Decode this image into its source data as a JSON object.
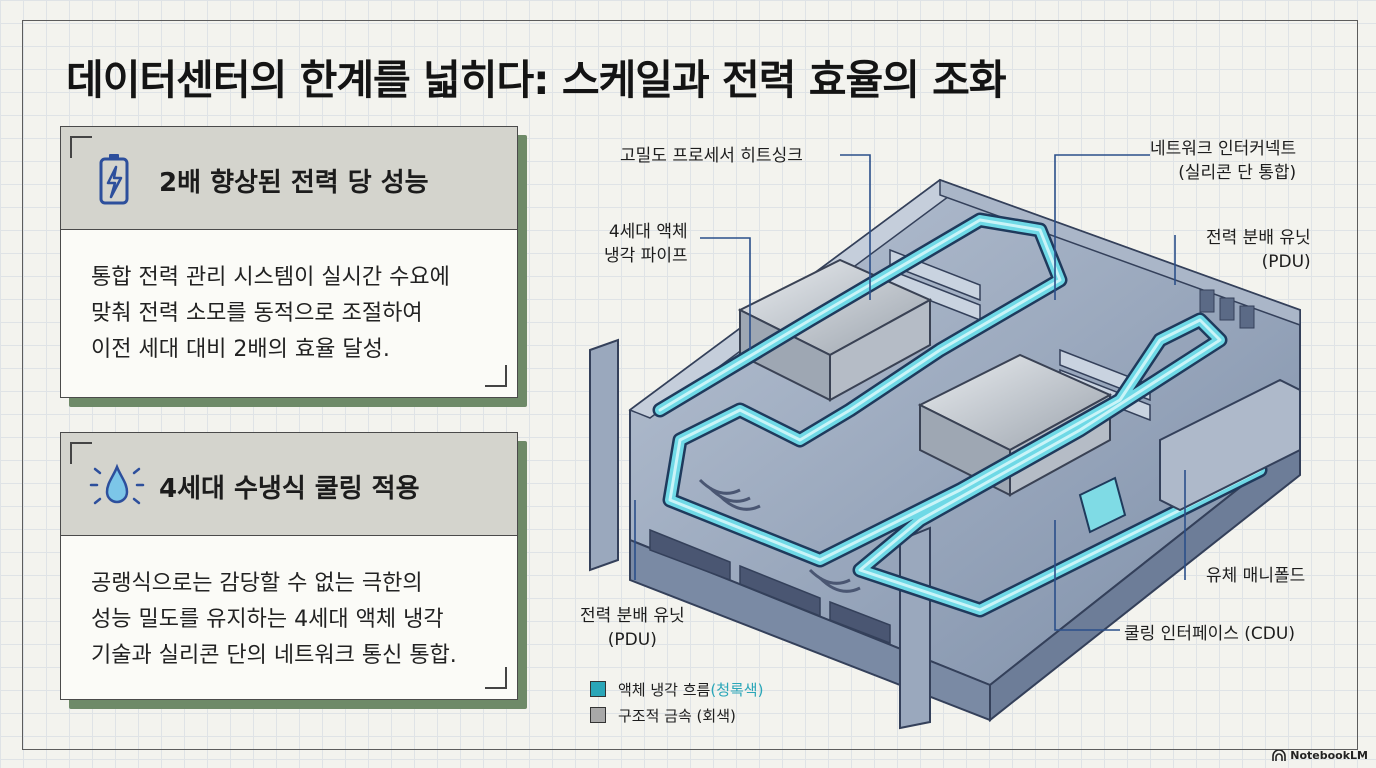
{
  "title": "데이터센터의 한계를 넓히다: 스케일과 전력 효율의 조화",
  "cards": [
    {
      "heading": "2배 향상된 전력 당 성능",
      "icon": "battery-charging-icon",
      "lines": [
        "통합 전력 관리 시스템이 실시간 수요에",
        "맞춰 전력 소모를 동적으로 조절하여",
        "이전 세대 대비 2배의 효율 달성."
      ]
    },
    {
      "heading": "4세대 수냉식 쿨링 적용",
      "icon": "water-drop-icon",
      "lines": [
        "공랭식으로는 감당할 수 없는 극한의",
        "성능 밀도를 유지하는 4세대 액체 냉각",
        "기술과 실리콘 단의 네트워크 통신 통합."
      ]
    }
  ],
  "diagram": {
    "labels": {
      "heatsink": "고밀도 프로세서 히트싱크",
      "pipe_1": "4세대 액체",
      "pipe_2": "냉각 파이프",
      "interconnect_1": "네트워크 인터커넥트",
      "interconnect_2": "(실리콘 단 통합)",
      "pdu_right_1": "전력 분배 유닛",
      "pdu_right_2": "(PDU)",
      "pdu_bottom_1": "전력 분배 유닛",
      "pdu_bottom_2": "(PDU)",
      "manifold": "유체 매니폴드",
      "cdu": "쿨링 인터페이스 (CDU)"
    },
    "legend": [
      {
        "text": "액체 냉각 흐름 ",
        "accent": "(청록색)",
        "color": "#2aa6b8"
      },
      {
        "text": "구조적 금속 (회색)",
        "accent": "",
        "color": "#a8a8a8"
      }
    ]
  },
  "colors": {
    "coolant": "#5fd3e0",
    "metal": "#8a9bb3",
    "card_shadow": "#6e8a68",
    "leader_line": "#2b4f8a"
  },
  "badge": "NotebookLM"
}
